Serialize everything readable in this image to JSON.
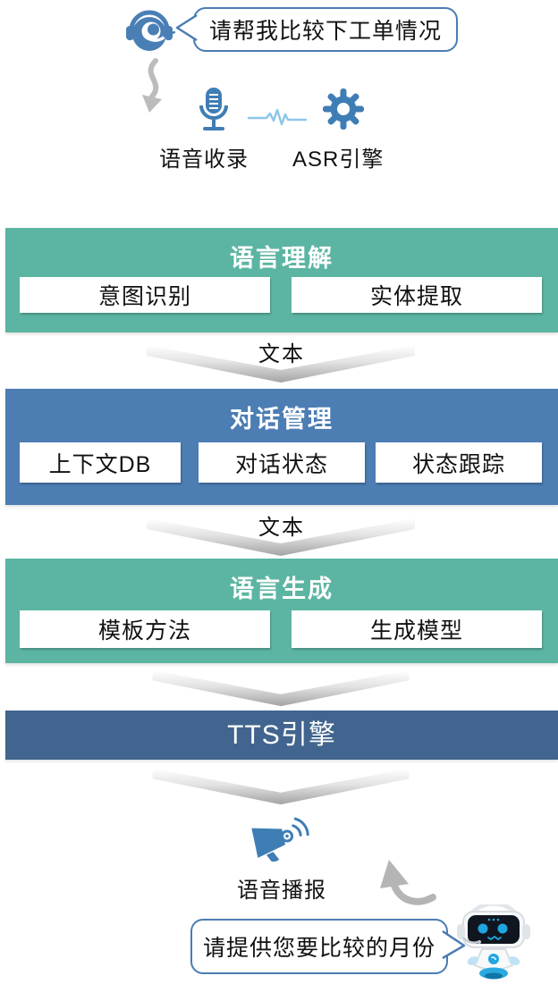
{
  "user": {
    "bubble_text": "请帮我比较下工单情况"
  },
  "capture": {
    "voice_label": "语音收录",
    "asr_label": "ASR引擎"
  },
  "nlu": {
    "title": "语言理解",
    "items": [
      "意图识别",
      "实体提取"
    ]
  },
  "flow1": {
    "label": "文本"
  },
  "dm": {
    "title": "对话管理",
    "items": [
      "上下文DB",
      "对话状态",
      "状态跟踪"
    ]
  },
  "flow2": {
    "label": "文本"
  },
  "nlg": {
    "title": "语言生成",
    "items": [
      "模板方法",
      "生成模型"
    ]
  },
  "tts": {
    "title": "TTS引擎"
  },
  "output": {
    "broadcast_label": "语音播报"
  },
  "bot": {
    "bubble_text": "请提供您要比较的月份"
  },
  "colors": {
    "teal_block": "#5CB5A2",
    "blue_block": "#4C7DB3",
    "tts_block": "#41658E",
    "icon_blue": "#3F7DB5",
    "bubble_border": "#4A7CB3",
    "wave_blue": "#8EC6EA",
    "arrow_gray": "#B5B5B5"
  }
}
